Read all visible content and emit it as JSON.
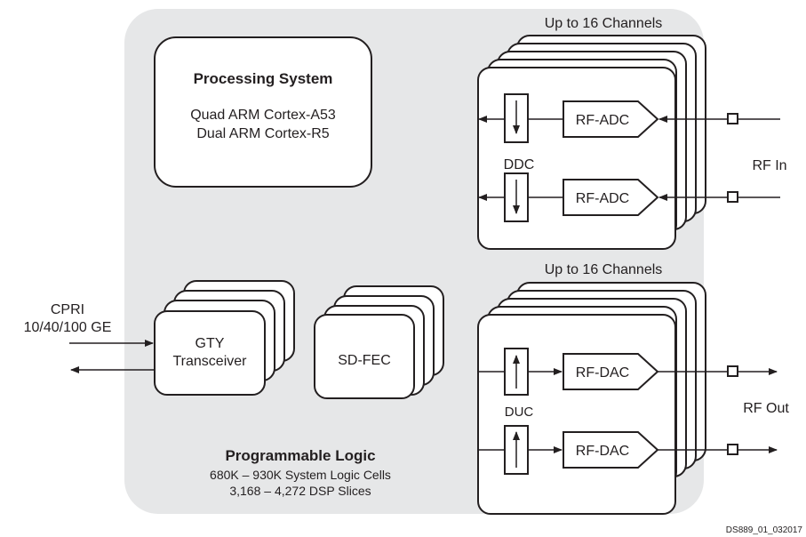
{
  "colors": {
    "background": "#ffffff",
    "panel": "#e6e7e8",
    "stroke": "#231f20",
    "text": "#231f20"
  },
  "processing_system": {
    "title": "Processing System",
    "line1": "Quad ARM Cortex-A53",
    "line2": "Dual ARM Cortex-R5"
  },
  "adc_block": {
    "header": "Up to 16 Channels",
    "converter1": "RF-ADC",
    "converter2": "RF-ADC",
    "mid_label": "DDC",
    "io_label": "RF In"
  },
  "dac_block": {
    "header": "Up to 16 Channels",
    "converter1": "RF-DAC",
    "converter2": "RF-DAC",
    "mid_label": "DUC",
    "io_label": "RF Out"
  },
  "transceiver": {
    "line1": "GTY",
    "line2": "Transceiver"
  },
  "external_io": {
    "line1": "CPRI",
    "line2": "10/40/100 GE"
  },
  "fec": {
    "label": "SD-FEC"
  },
  "programmable_logic": {
    "title": "Programmable Logic",
    "line1": "680K – 930K System Logic Cells",
    "line2": "3,168 – 4,272 DSP Slices"
  },
  "doc_id": "DS889_01_032017"
}
